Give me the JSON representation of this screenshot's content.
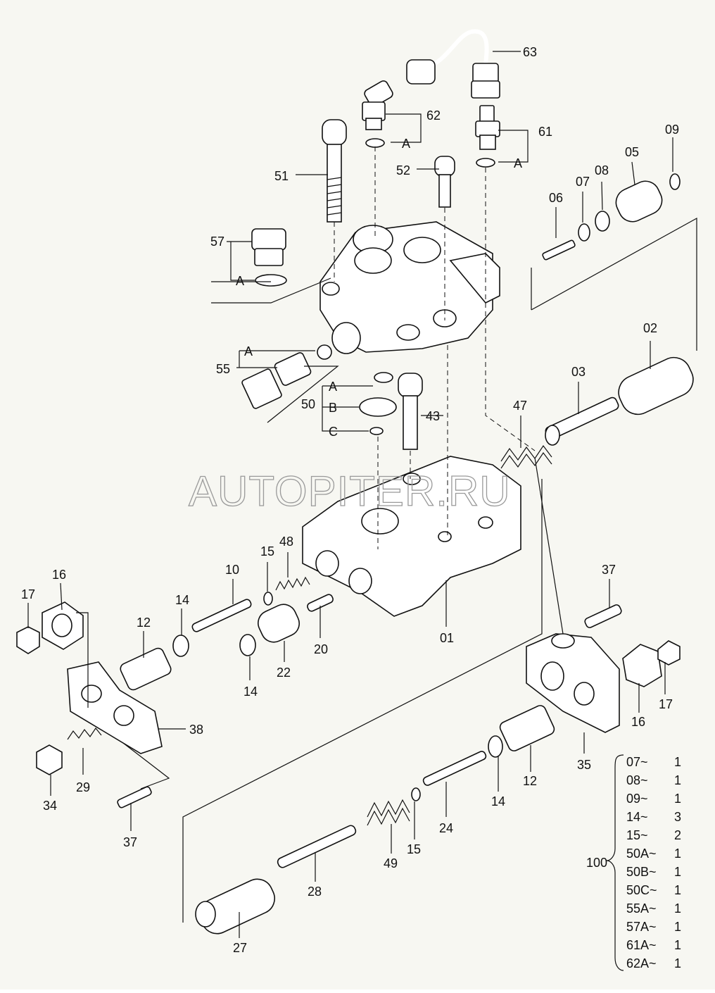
{
  "watermark": "AUTOPITER.RU",
  "callouts": [
    {
      "id": "p63",
      "text": "63"
    },
    {
      "id": "p62",
      "text": "62"
    },
    {
      "id": "p61",
      "text": "61"
    },
    {
      "id": "p09",
      "text": "09"
    },
    {
      "id": "p05",
      "text": "05"
    },
    {
      "id": "p08",
      "text": "08"
    },
    {
      "id": "p07",
      "text": "07"
    },
    {
      "id": "p06",
      "text": "06"
    },
    {
      "id": "p51",
      "text": "51"
    },
    {
      "id": "p52",
      "text": "52"
    },
    {
      "id": "p57",
      "text": "57"
    },
    {
      "id": "p55",
      "text": "55"
    },
    {
      "id": "p50",
      "text": "50"
    },
    {
      "id": "p43",
      "text": "43"
    },
    {
      "id": "p02",
      "text": "02"
    },
    {
      "id": "p03",
      "text": "03"
    },
    {
      "id": "p47",
      "text": "47"
    },
    {
      "id": "p01",
      "text": "01"
    },
    {
      "id": "p48",
      "text": "48"
    },
    {
      "id": "p15a",
      "text": "15"
    },
    {
      "id": "p10",
      "text": "10"
    },
    {
      "id": "p20",
      "text": "20"
    },
    {
      "id": "p22",
      "text": "22"
    },
    {
      "id": "p14a",
      "text": "14"
    },
    {
      "id": "p14b",
      "text": "14"
    },
    {
      "id": "p12a",
      "text": "12"
    },
    {
      "id": "p16a",
      "text": "16"
    },
    {
      "id": "p17a",
      "text": "17"
    },
    {
      "id": "p38",
      "text": "38"
    },
    {
      "id": "p29",
      "text": "29"
    },
    {
      "id": "p34",
      "text": "34"
    },
    {
      "id": "p37a",
      "text": "37"
    },
    {
      "id": "p37b",
      "text": "37"
    },
    {
      "id": "p16b",
      "text": "16"
    },
    {
      "id": "p17b",
      "text": "17"
    },
    {
      "id": "p35",
      "text": "35"
    },
    {
      "id": "p12b",
      "text": "12"
    },
    {
      "id": "p14c",
      "text": "14"
    },
    {
      "id": "p24",
      "text": "24"
    },
    {
      "id": "p15b",
      "text": "15"
    },
    {
      "id": "p49",
      "text": "49"
    },
    {
      "id": "p28",
      "text": "28"
    },
    {
      "id": "p27",
      "text": "27"
    }
  ],
  "seal_letters": [
    {
      "id": "a62",
      "text": "A"
    },
    {
      "id": "a61",
      "text": "A"
    },
    {
      "id": "a57",
      "text": "A"
    },
    {
      "id": "a55",
      "text": "A"
    },
    {
      "id": "a50",
      "text": "A"
    },
    {
      "id": "b50",
      "text": "B"
    },
    {
      "id": "c50",
      "text": "C"
    }
  ],
  "kit": {
    "number": "100",
    "items": [
      {
        "part": "07~",
        "qty": "1"
      },
      {
        "part": "08~",
        "qty": "1"
      },
      {
        "part": "09~",
        "qty": "1"
      },
      {
        "part": "14~",
        "qty": "3"
      },
      {
        "part": "15~",
        "qty": "2"
      },
      {
        "part": "50A~",
        "qty": "1"
      },
      {
        "part": "50B~",
        "qty": "1"
      },
      {
        "part": "50C~",
        "qty": "1"
      },
      {
        "part": "55A~",
        "qty": "1"
      },
      {
        "part": "57A~",
        "qty": "1"
      },
      {
        "part": "61A~",
        "qty": "1"
      },
      {
        "part": "62A~",
        "qty": "1"
      }
    ]
  }
}
